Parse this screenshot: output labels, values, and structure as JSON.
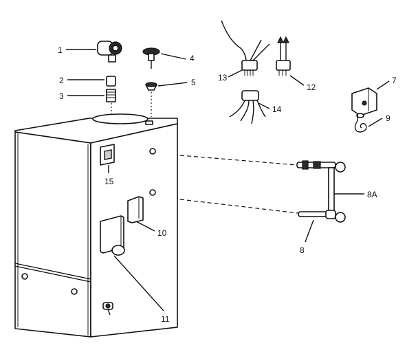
{
  "callouts": {
    "c1": "1",
    "c2": "2",
    "c3": "3",
    "c4": "4",
    "c5": "5",
    "c7": "7",
    "c8": "8",
    "c8a": "8A",
    "c9": "9",
    "c10": "10",
    "c11": "11",
    "c12": "12",
    "c13": "13",
    "c14": "14",
    "c15": "15"
  }
}
